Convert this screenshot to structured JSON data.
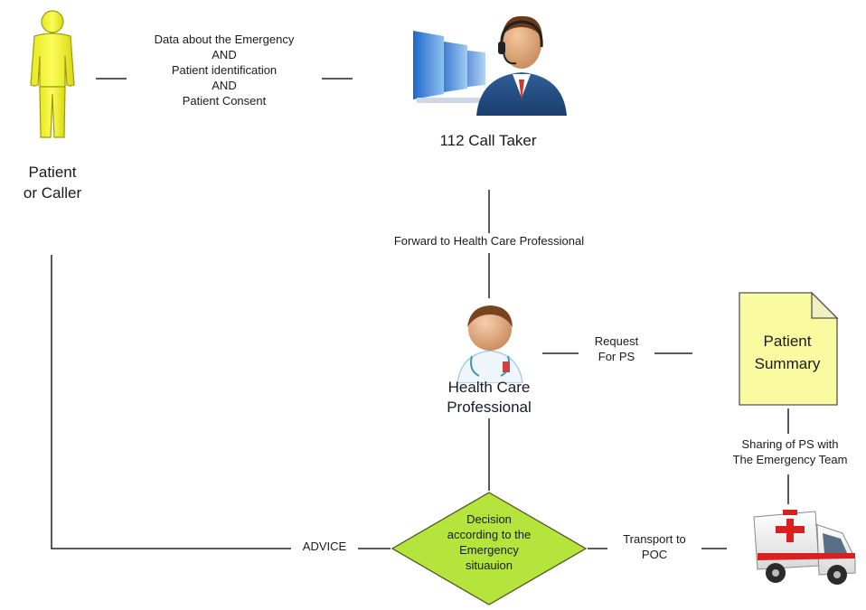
{
  "nodes": {
    "patient": {
      "label": "Patient\nor Caller"
    },
    "call_taker": {
      "label": "112 Call Taker"
    },
    "hcp": {
      "label": "Health Care\nProfessional"
    },
    "summary": {
      "label": "Patient\nSummary"
    },
    "decision": {
      "label": "Decision\naccording to the\nEmergency\nsituauion"
    }
  },
  "edges": {
    "emergency_data": "Data about the Emergency\nAND\nPatient identification\nAND\nPatient Consent",
    "forward": "Forward to Health Care Professional",
    "request": "Request\nFor PS",
    "sharing": "Sharing of PS with\nThe Emergency Team",
    "advice": "ADVICE",
    "transport": "Transport to\nPOC"
  },
  "colors": {
    "patient_figure": "#f5f531",
    "decision_fill": "#b5e43c",
    "summary_fill": "#fafaa0",
    "lines": "#222222"
  },
  "icons": {
    "patient": "person-icon",
    "call_taker": "call-taker-headset-icon",
    "hcp": "doctor-icon",
    "summary": "document-icon",
    "ambulance": "ambulance-icon"
  }
}
